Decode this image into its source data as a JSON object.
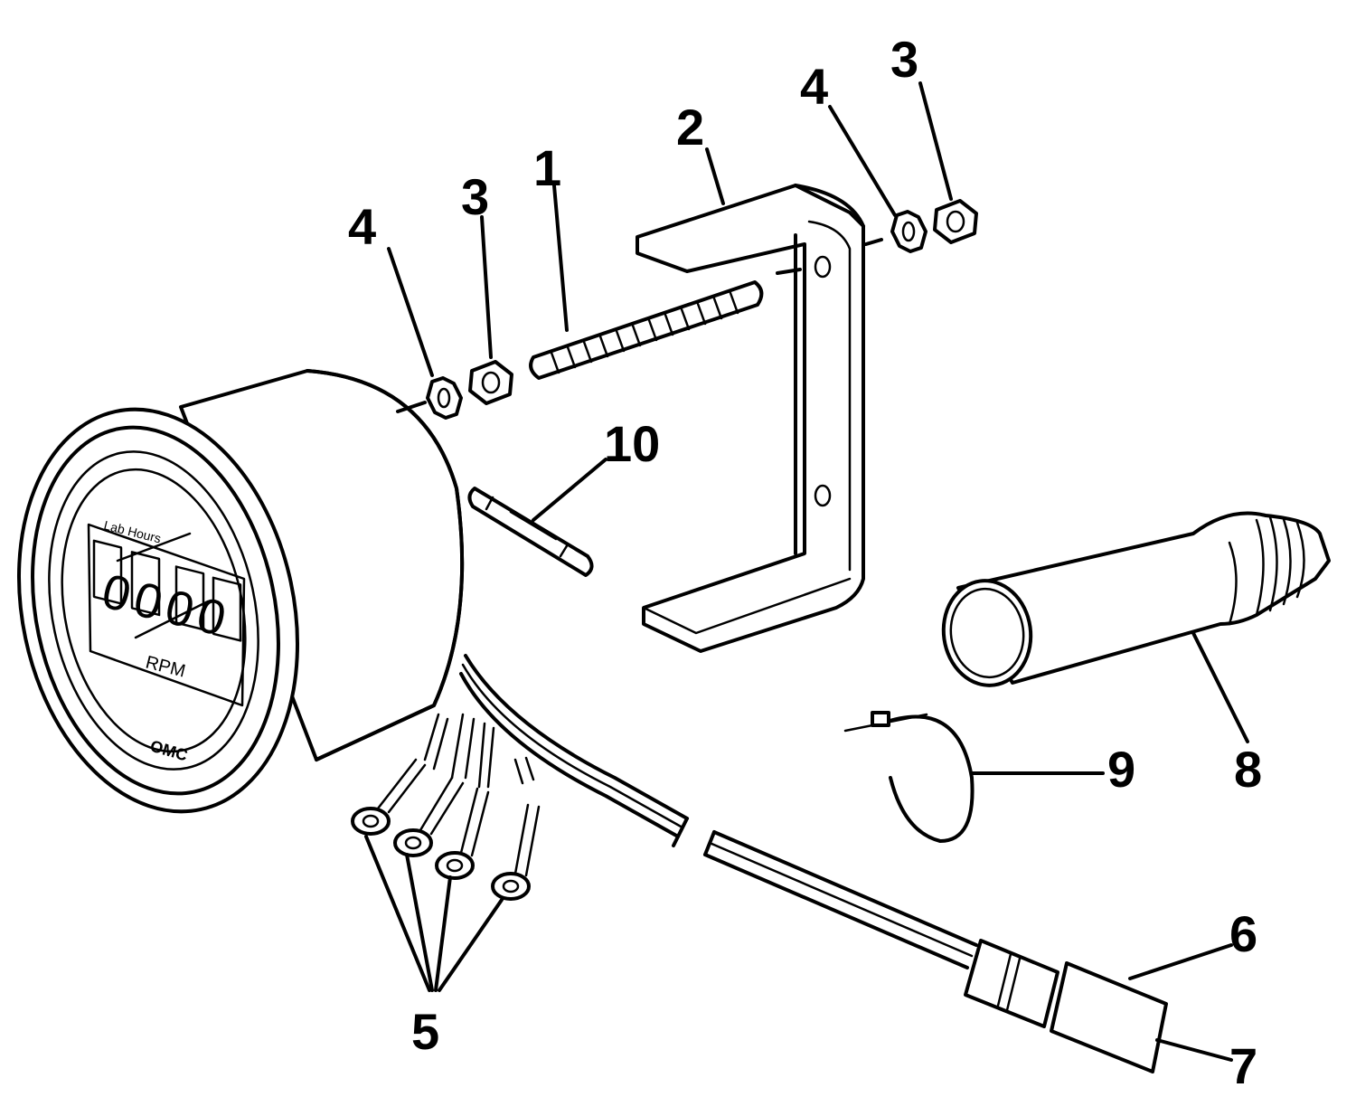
{
  "callouts": [
    {
      "id": "1",
      "label": "1"
    },
    {
      "id": "2",
      "label": "2"
    },
    {
      "id": "3a",
      "label": "3"
    },
    {
      "id": "4a",
      "label": "4"
    },
    {
      "id": "3b",
      "label": "3"
    },
    {
      "id": "4b",
      "label": "4"
    },
    {
      "id": "5",
      "label": "5"
    },
    {
      "id": "6",
      "label": "6"
    },
    {
      "id": "7",
      "label": "7"
    },
    {
      "id": "8",
      "label": "8"
    },
    {
      "id": "9",
      "label": "9"
    },
    {
      "id": "10",
      "label": "10"
    }
  ],
  "gauge": {
    "top_text": "Lab Hours",
    "digits": "0000",
    "unit": "RPM",
    "brand": "OMC"
  }
}
